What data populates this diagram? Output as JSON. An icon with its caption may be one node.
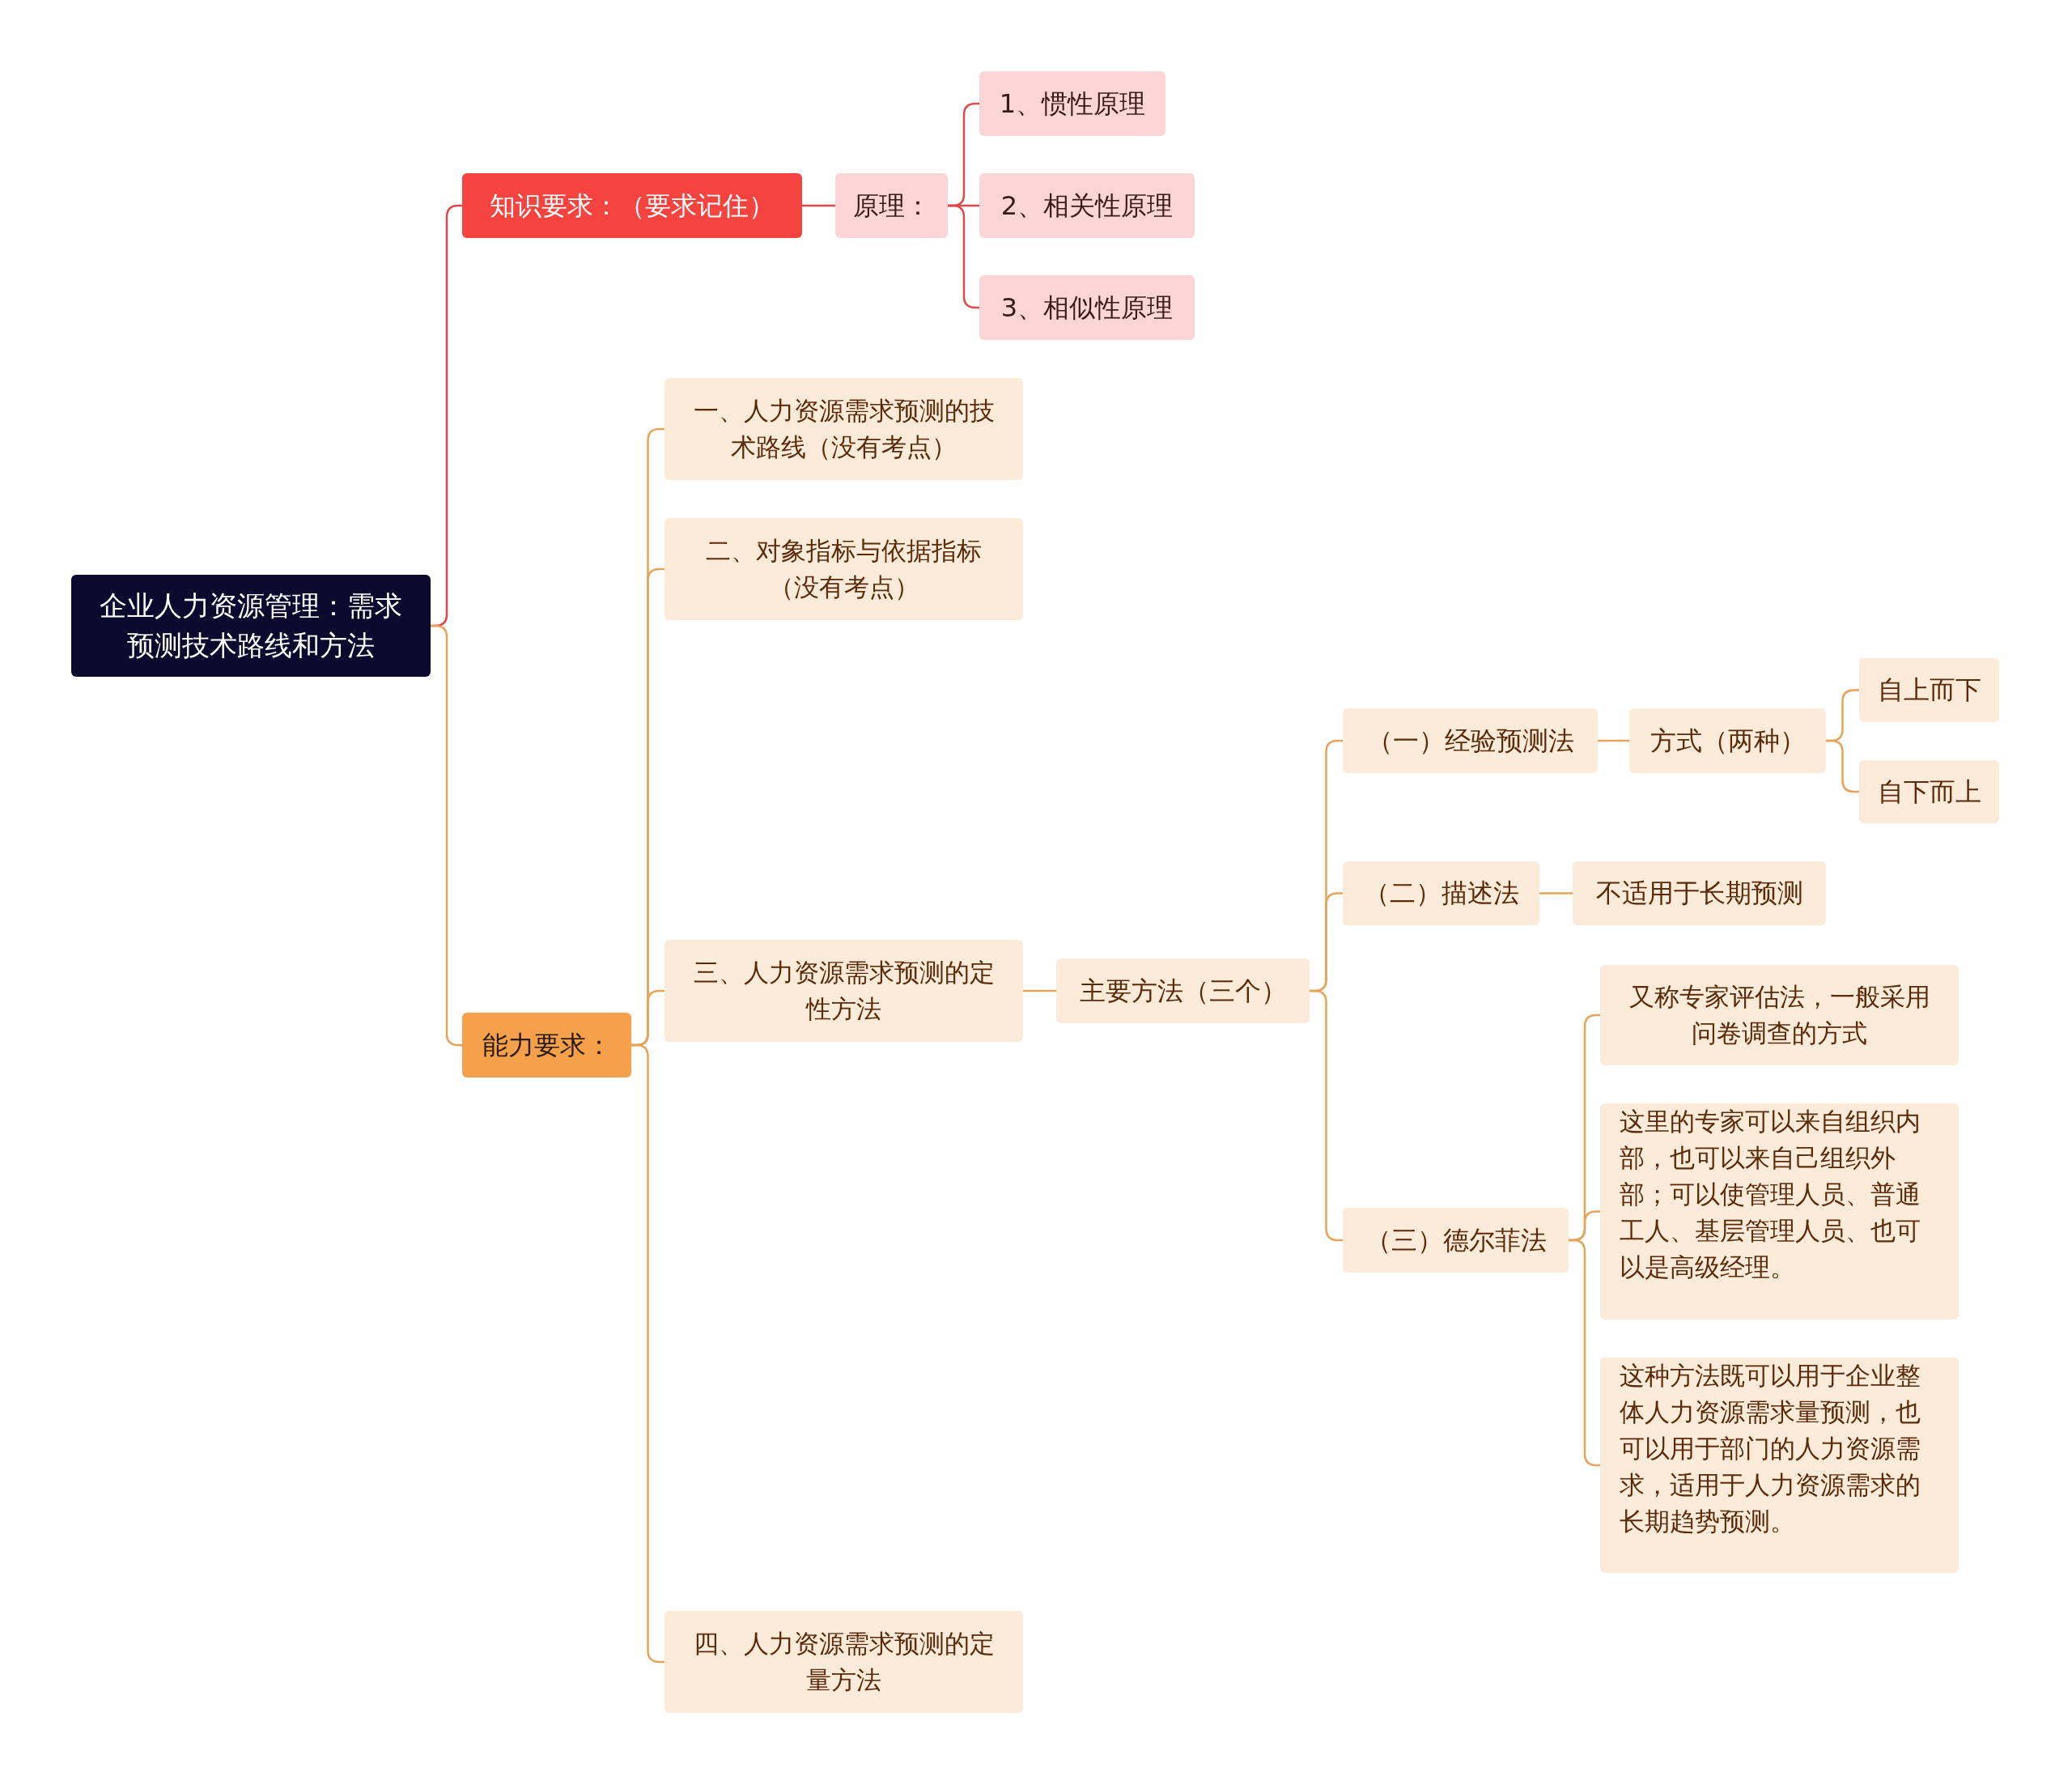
{
  "diagram": {
    "nodes": [
      {
        "text": [
          "企业人力资源管理：需求预测技术路线和方法"
        ]
      },
      {
        "text": [
          "知识要求：（要求记住）"
        ]
      },
      {
        "text": [
          "原理："
        ]
      },
      {
        "text": [
          "1、惯性原理"
        ]
      },
      {
        "text": [
          "2、相关性原理"
        ]
      },
      {
        "text": [
          "3、相似性原理"
        ]
      },
      {
        "text": [
          "能力要求："
        ]
      },
      {
        "text": [
          "一、人力资源需求预测的技术路线（没有考点）"
        ]
      },
      {
        "text": [
          "二、对象指标与依据指标（没有考点）"
        ]
      },
      {
        "text": [
          "三、人力资源需求预测的定性方法"
        ]
      },
      {
        "text": [
          "四、人力资源需求预测的定量方法"
        ]
      },
      {
        "text": [
          "主要方法（三个）"
        ]
      },
      {
        "text": [
          "（一）经验预测法"
        ]
      },
      {
        "text": [
          "方式（两种）"
        ]
      },
      {
        "text": [
          "自上而下"
        ]
      },
      {
        "text": [
          "自下而上"
        ]
      },
      {
        "text": [
          "（二）描述法"
        ]
      },
      {
        "text": [
          "不适用于长期预测"
        ]
      },
      {
        "text": [
          "（三）德尔菲法"
        ]
      },
      {
        "text": [
          "又称专家评估法，一般采用问卷调查的方式"
        ]
      },
      {
        "text": [
          "这里的专家可以来自组织内部，也可以来自己组织外部；可以使管理人员、普通工人、基层管理人员、也可以是高级经理。"
        ]
      },
      {
        "text": [
          "这种方法既可以用于企业整体人力资源需求量预测，也可以用于部门的人力资源需求，适用于人力资源需求的长期趋势预测。"
        ]
      }
    ],
    "edges": [
      {
        "from": 0,
        "to": 1,
        "arrow": "none",
        "color": "#e0484b"
      },
      {
        "from": 1,
        "to": 2,
        "arrow": "none",
        "color": "#e0484b"
      },
      {
        "from": 2,
        "to": 3,
        "arrow": "none",
        "color": "#e0484b"
      },
      {
        "from": 2,
        "to": 4,
        "arrow": "none",
        "color": "#e0484b"
      },
      {
        "from": 2,
        "to": 5,
        "arrow": "none",
        "color": "#e0484b"
      },
      {
        "from": 0,
        "to": 6,
        "arrow": "none"
      },
      {
        "from": 6,
        "to": 7,
        "arrow": "none"
      },
      {
        "from": 6,
        "to": 8,
        "arrow": "none"
      },
      {
        "from": 6,
        "to": 9,
        "arrow": "none"
      },
      {
        "from": 6,
        "to": 10,
        "arrow": "none"
      },
      {
        "from": 9,
        "to": 11,
        "arrow": "none"
      },
      {
        "from": 11,
        "to": 12,
        "arrow": "none"
      },
      {
        "from": 12,
        "to": 13,
        "arrow": "none"
      },
      {
        "from": 13,
        "to": 14,
        "arrow": "none"
      },
      {
        "from": 13,
        "to": 15,
        "arrow": "none"
      },
      {
        "from": 11,
        "to": 16,
        "arrow": "none"
      },
      {
        "from": 16,
        "to": 17,
        "arrow": "none"
      },
      {
        "from": 11,
        "to": 18,
        "arrow": "none"
      },
      {
        "from": 18,
        "to": 19,
        "arrow": "none"
      },
      {
        "from": 18,
        "to": 20,
        "arrow": "none"
      },
      {
        "from": 18,
        "to": 21,
        "arrow": "none"
      }
    ]
  }
}
